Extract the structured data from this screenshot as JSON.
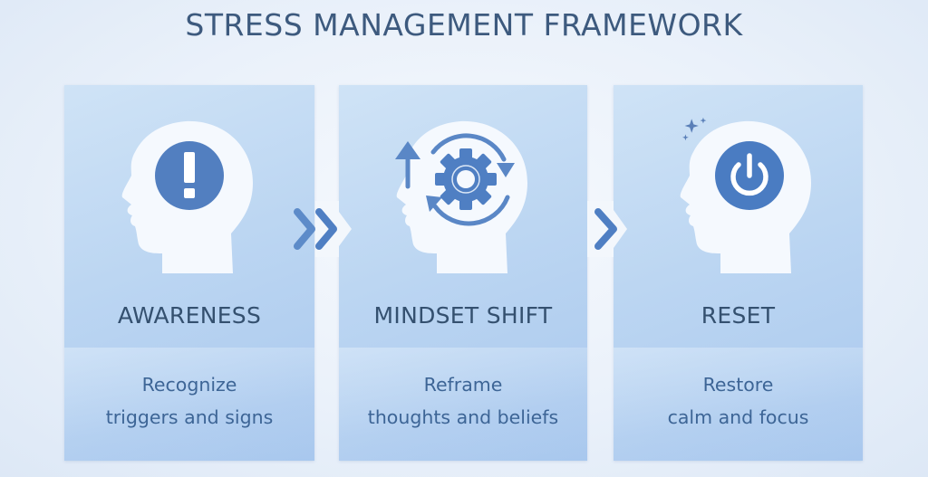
{
  "title": "STRESS MANAGEMENT FRAMEWORK",
  "colors": {
    "title": "#3d5a7e",
    "panel_light": "#cfe3f6",
    "panel_dark": "#a9c8ee",
    "icon_accent": "#4f7fc3",
    "heading": "#34506f",
    "description": "#3d6596"
  },
  "steps": [
    {
      "heading": "AWARENESS",
      "desc_line1": "Recognize",
      "desc_line2": "triggers and signs",
      "icon": "exclamation-icon"
    },
    {
      "heading": "MINDSET SHIFT",
      "desc_line1": "Reframe",
      "desc_line2": "thoughts and beliefs",
      "icon": "gear-cycle-icon"
    },
    {
      "heading": "RESET",
      "desc_line1": "Restore",
      "desc_line2": "calm and focus",
      "icon": "power-icon"
    }
  ],
  "connectors": [
    {
      "icon": "double-chevron-right-icon"
    },
    {
      "icon": "chevron-right-icon"
    }
  ]
}
